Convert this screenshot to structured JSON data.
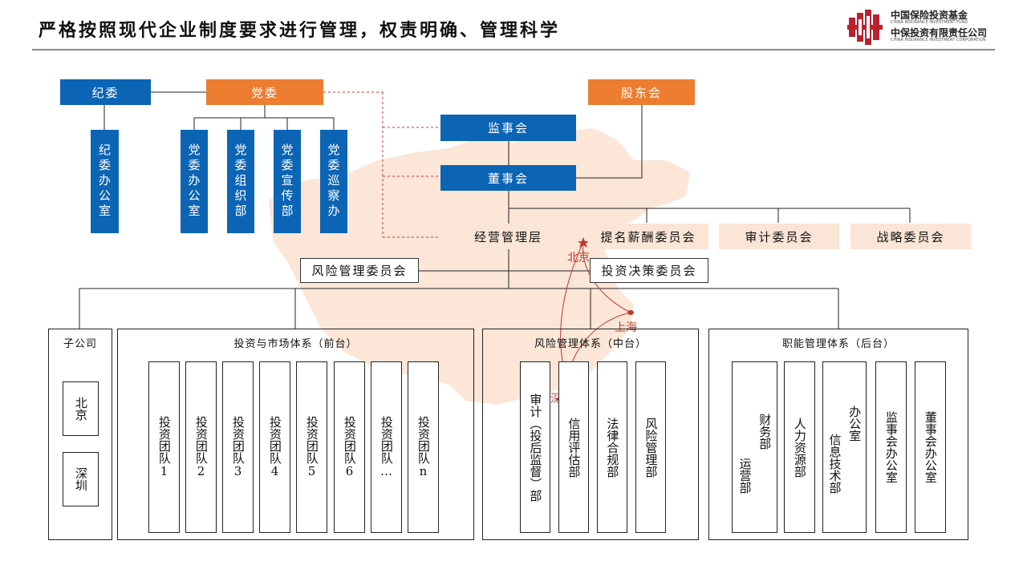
{
  "header": {
    "title": "严格按照现代企业制度要求进行管理，权责明确、管理科学",
    "logo_cn_1": "中国保险投资基金",
    "logo_en_1": "CHINA INSURANCE INVESTMENT FUND",
    "logo_cn_2": "中保投资有限责任公司",
    "logo_en_2": "CHINA INSURANCE INVESTMENT CORPORATION"
  },
  "colors": {
    "blue": "#0b64b4",
    "orange": "#ec7d31",
    "pink": "#fbe5d6",
    "map": "#fbe5d6",
    "city": "#c0392b"
  },
  "top": {
    "jiwei": "纪委",
    "dangwei": "党委",
    "gudonghui": "股东会",
    "jianshihui": "监事会",
    "dongshihui": "董事会",
    "jingying": "经营管理层"
  },
  "jiwei_sub": [
    "纪委办公室"
  ],
  "dangwei_sub": [
    "党委办公室",
    "党委组织部",
    "党委宣传部",
    "党委巡察办"
  ],
  "committees": [
    "提名薪酬委员会",
    "审计委员会",
    "战略委员会"
  ],
  "mid_committees": {
    "risk": "风险管理委员会",
    "invest": "投资决策委员会"
  },
  "cities": {
    "beijing": "北京",
    "shanghai": "上海",
    "shenzhen": "深圳"
  },
  "subsidiary": {
    "title": "子公司",
    "items": [
      "北京",
      "深圳"
    ]
  },
  "front": {
    "title": "投资与市场体系（前台）",
    "teams": [
      {
        "label": "投资团队",
        "num": "1"
      },
      {
        "label": "投资团队",
        "num": "2"
      },
      {
        "label": "投资团队",
        "num": "3"
      },
      {
        "label": "投资团队",
        "num": "4"
      },
      {
        "label": "投资团队",
        "num": "5"
      },
      {
        "label": "投资团队",
        "num": "6"
      },
      {
        "label": "投资团队",
        "num": "…"
      },
      {
        "label": "投资团队",
        "num": "n"
      }
    ]
  },
  "middle": {
    "title": "风险管理体系（中台）",
    "depts": [
      "审计（投后监督）部",
      "信用评估部",
      "法律合规部",
      "风险管理部"
    ]
  },
  "back": {
    "title": "职能管理体系（后台）",
    "depts": [
      {
        "a": "运营部",
        "b": "财务部"
      },
      {
        "a": "人力资源部"
      },
      {
        "a": "信息技术部",
        "b": "办公室"
      },
      {
        "a": "监事会办公室"
      },
      {
        "a": "董事会办公室"
      }
    ]
  }
}
